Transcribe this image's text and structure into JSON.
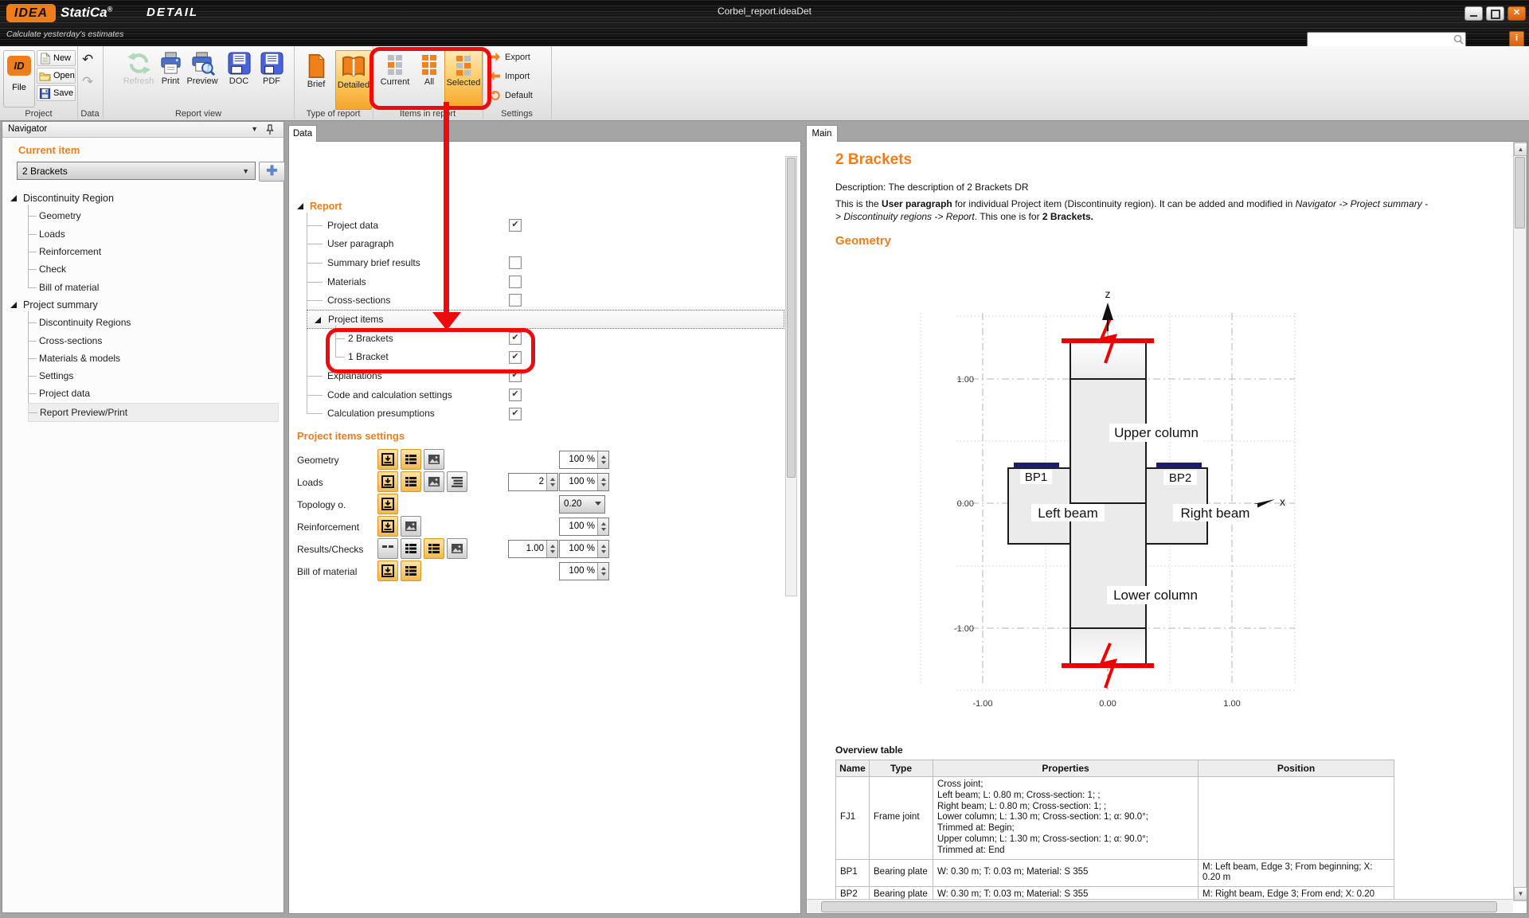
{
  "colors": {
    "accent": "#f07d1c",
    "annotation": "#ec0c0c"
  },
  "titlebar": {
    "brand": "IDEA",
    "brand2": "StatiCa",
    "reg": "®",
    "module": "DETAIL",
    "document_title": "Corbel_report.ideaDet",
    "tagline": "Calculate yesterday's estimates",
    "info_label": "i",
    "search_value": ""
  },
  "ribbon": {
    "project": {
      "label": "Project",
      "file": "File",
      "new": "New",
      "open": "Open",
      "save": "Save"
    },
    "data": {
      "label": "Data"
    },
    "report_view": {
      "label": "Report view",
      "refresh": "Refresh",
      "print": "Print",
      "preview": "Preview",
      "doc": "DOC",
      "pdf": "PDF"
    },
    "type_of_report": {
      "label": "Type of report",
      "brief": "Brief",
      "detailed": "Detailed"
    },
    "items_in_report": {
      "label": "Items in report",
      "current": "Current",
      "all": "All",
      "selected": "Selected"
    },
    "settings": {
      "label": "Settings",
      "export": "Export",
      "import": "Import",
      "default": "Default"
    }
  },
  "navigator": {
    "title": "Navigator",
    "current_item_label": "Current item",
    "current_item_value": "2 Brackets",
    "tree": [
      {
        "label": "Discontinuity Region",
        "children": [
          {
            "label": "Geometry"
          },
          {
            "label": "Loads"
          },
          {
            "label": "Reinforcement"
          },
          {
            "label": "Check"
          },
          {
            "label": "Bill of material"
          }
        ]
      },
      {
        "label": "Project summary",
        "children": [
          {
            "label": "Discontinuity Regions"
          },
          {
            "label": "Cross-sections"
          },
          {
            "label": "Materials & models"
          },
          {
            "label": "Settings"
          },
          {
            "label": "Project data"
          },
          {
            "label": "Report Preview/Print",
            "selected": true
          }
        ]
      }
    ]
  },
  "data_panel": {
    "tab": "Data",
    "check_glyph": "✔",
    "report_tree": {
      "root": "Report",
      "items": [
        {
          "label": "Project data",
          "checkbox": true,
          "checked": true
        },
        {
          "label": "User paragraph",
          "checkbox": false
        },
        {
          "label": "Summary brief results",
          "checkbox": true,
          "checked": false
        },
        {
          "label": "Materials",
          "checkbox": true,
          "checked": false
        },
        {
          "label": "Cross-sections",
          "checkbox": true,
          "checked": false
        },
        {
          "label": "Project items",
          "checkbox": false,
          "selected": true,
          "children": [
            {
              "label": "2 Brackets",
              "checkbox": true,
              "checked": true
            },
            {
              "label": "1 Bracket",
              "checkbox": true,
              "checked": true
            }
          ]
        },
        {
          "label": "Explanations",
          "checkbox": true,
          "checked": true
        },
        {
          "label": "Code and calculation settings",
          "checkbox": true,
          "checked": true
        },
        {
          "label": "Calculation presumptions",
          "checkbox": true,
          "checked": true
        }
      ]
    },
    "settings_header": "Project items settings",
    "settings_rows": [
      {
        "label": "Geometry",
        "icons": [
          {
            "name": "drawing",
            "active": true
          },
          {
            "name": "table",
            "active": true
          },
          {
            "name": "picture",
            "active": false
          }
        ],
        "controls": [
          {
            "type": "spin",
            "value": "100 %"
          }
        ]
      },
      {
        "label": "Loads",
        "icons": [
          {
            "name": "drawing",
            "active": true
          },
          {
            "name": "table",
            "active": true
          },
          {
            "name": "picture",
            "active": false
          },
          {
            "name": "detailed-table",
            "active": false
          }
        ],
        "controls": [
          {
            "type": "spin",
            "value": "2"
          },
          {
            "type": "spin",
            "value": "100 %"
          }
        ]
      },
      {
        "label": "Topology o.",
        "icons": [
          {
            "name": "drawing",
            "active": true
          }
        ],
        "controls": [
          {
            "type": "dropdown",
            "value": "0.20"
          }
        ]
      },
      {
        "label": "Reinforcement",
        "icons": [
          {
            "name": "drawing",
            "active": true
          },
          {
            "name": "picture",
            "active": false
          }
        ],
        "controls": [
          {
            "type": "spin",
            "value": "100 %"
          }
        ]
      },
      {
        "label": "Results/Checks",
        "icons": [
          {
            "name": "line",
            "active": false
          },
          {
            "name": "table",
            "active": false
          },
          {
            "name": "table",
            "active": true
          },
          {
            "name": "picture",
            "active": false
          }
        ],
        "controls": [
          {
            "type": "spin",
            "value": "1.00"
          },
          {
            "type": "spin",
            "value": "100 %"
          }
        ]
      },
      {
        "label": "Bill of material",
        "icons": [
          {
            "name": "drawing",
            "active": true
          },
          {
            "name": "table",
            "active": true
          }
        ],
        "controls": [
          {
            "type": "spin",
            "value": "100 %"
          }
        ]
      }
    ]
  },
  "main_panel": {
    "tab": "Main",
    "title": "2 Brackets",
    "description": "Description: The description of 2 Brackets DR",
    "paragraph": [
      {
        "text": "This is the ",
        "style": "normal"
      },
      {
        "text": "User paragraph",
        "style": "bold"
      },
      {
        "text": " for individual Project item (Discontinuity region). It can be added and modified in ",
        "style": "normal"
      },
      {
        "text": "Navigator -> Project summary -> Discontinuity regions -> Report",
        "style": "italic"
      },
      {
        "text": ". This one is for ",
        "style": "normal"
      },
      {
        "text": "2 Brackets.",
        "style": "bold"
      }
    ],
    "geometry_header": "Geometry",
    "figure": {
      "axis_z": "z",
      "axis_x": "x",
      "y_ticks": [
        "1.00",
        "0.00",
        "-1.00"
      ],
      "x_ticks": [
        "-1.00",
        "0.00",
        "1.00"
      ],
      "labels": {
        "upper_column": "Upper column",
        "left_beam": "Left beam",
        "right_beam": "Right beam",
        "lower_column": "Lower column",
        "bp1": "BP1",
        "bp2": "BP2"
      }
    },
    "overview_table": {
      "caption": "Overview table",
      "columns": [
        "Name",
        "Type",
        "Properties",
        "Position"
      ],
      "rows": [
        {
          "name": "FJ1",
          "type": "Frame joint",
          "properties": "Cross joint;\nLeft beam; L: 0.80 m; Cross-section: 1; ;\nRight beam; L: 0.80 m; Cross-section: 1; ;\nLower column; L: 1.30 m; Cross-section: 1; α: 90.0°;\nTrimmed at: Begin;\nUpper column; L: 1.30 m; Cross-section: 1; α: 90.0°;\nTrimmed at: End",
          "position": ""
        },
        {
          "name": "BP1",
          "type": "Bearing plate",
          "properties": "W: 0.30 m; T: 0.03 m; Material: S 355",
          "position": "M: Left beam, Edge 3; From beginning; X: 0.20 m"
        },
        {
          "name": "BP2",
          "type": "Bearing plate",
          "properties": "W: 0.30 m; T: 0.03 m; Material: S 355",
          "position": "M: Right beam, Edge 3; From end; X: 0.20"
        }
      ]
    }
  }
}
